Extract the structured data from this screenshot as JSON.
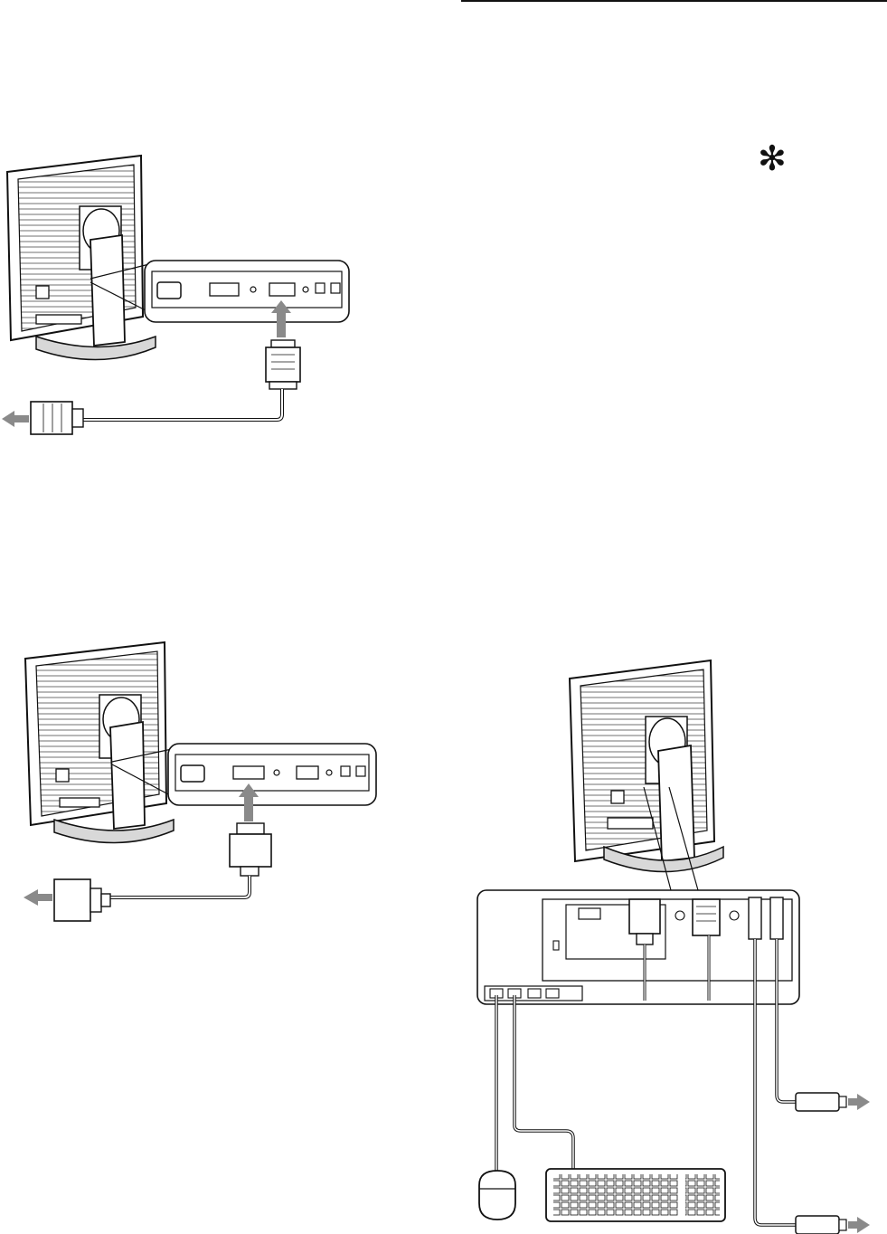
{
  "page": {
    "section_marker": "✻"
  },
  "colors": {
    "ink": "#111111",
    "panel_fill": "#f4f4f4",
    "arrow_gray": "#8a8a8a",
    "base_gray": "#d8d8d8",
    "screen_gray": "#ececec"
  },
  "figures": [
    {
      "id": "analog-hd15-connection",
      "icon": "monitor-rear-icon"
    },
    {
      "id": "digital-dvi-connection",
      "icon": "monitor-rear-icon"
    },
    {
      "id": "usb-hub-connection",
      "icon": "monitor-rear-icon"
    }
  ]
}
